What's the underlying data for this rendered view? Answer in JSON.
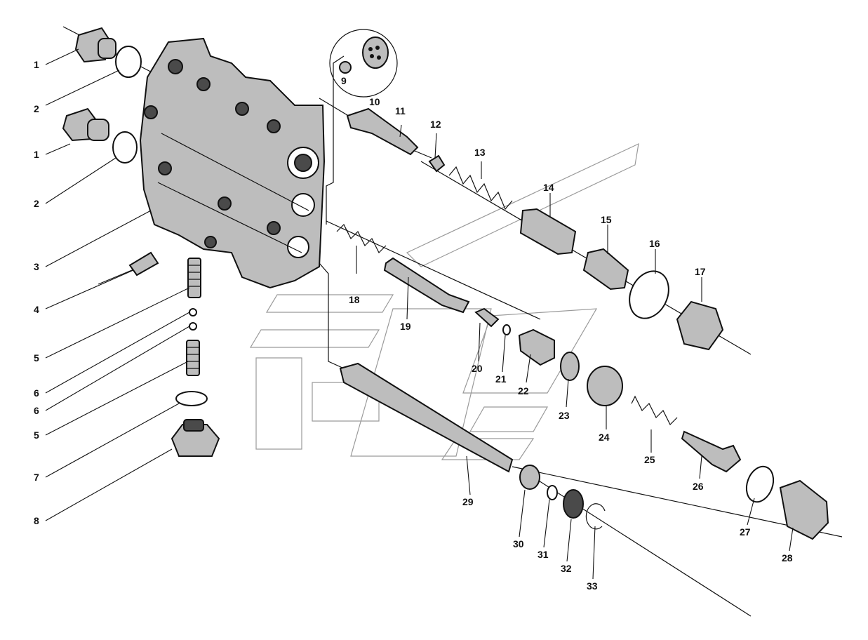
{
  "callouts": [
    {
      "id": "p1a",
      "label": "1"
    },
    {
      "id": "p2a",
      "label": "2"
    },
    {
      "id": "p1b",
      "label": "1"
    },
    {
      "id": "p2b",
      "label": "2"
    },
    {
      "id": "p3",
      "label": "3"
    },
    {
      "id": "p4",
      "label": "4"
    },
    {
      "id": "p5a",
      "label": "5"
    },
    {
      "id": "p6a",
      "label": "6"
    },
    {
      "id": "p6b",
      "label": "6"
    },
    {
      "id": "p5b",
      "label": "5"
    },
    {
      "id": "p7",
      "label": "7"
    },
    {
      "id": "p8",
      "label": "8"
    },
    {
      "id": "p9",
      "label": "9"
    },
    {
      "id": "p10",
      "label": "10"
    },
    {
      "id": "p11",
      "label": "11"
    },
    {
      "id": "p12",
      "label": "12"
    },
    {
      "id": "p13",
      "label": "13"
    },
    {
      "id": "p14",
      "label": "14"
    },
    {
      "id": "p15",
      "label": "15"
    },
    {
      "id": "p16",
      "label": "16"
    },
    {
      "id": "p17",
      "label": "17"
    },
    {
      "id": "p18",
      "label": "18"
    },
    {
      "id": "p19",
      "label": "19"
    },
    {
      "id": "p20",
      "label": "20"
    },
    {
      "id": "p21",
      "label": "21"
    },
    {
      "id": "p22",
      "label": "22"
    },
    {
      "id": "p23",
      "label": "23"
    },
    {
      "id": "p24",
      "label": "24"
    },
    {
      "id": "p25",
      "label": "25"
    },
    {
      "id": "p26",
      "label": "26"
    },
    {
      "id": "p27",
      "label": "27"
    },
    {
      "id": "p28",
      "label": "28"
    },
    {
      "id": "p29",
      "label": "29"
    },
    {
      "id": "p30",
      "label": "30"
    },
    {
      "id": "p31",
      "label": "31"
    },
    {
      "id": "p32",
      "label": "32"
    },
    {
      "id": "p33",
      "label": "33"
    }
  ]
}
